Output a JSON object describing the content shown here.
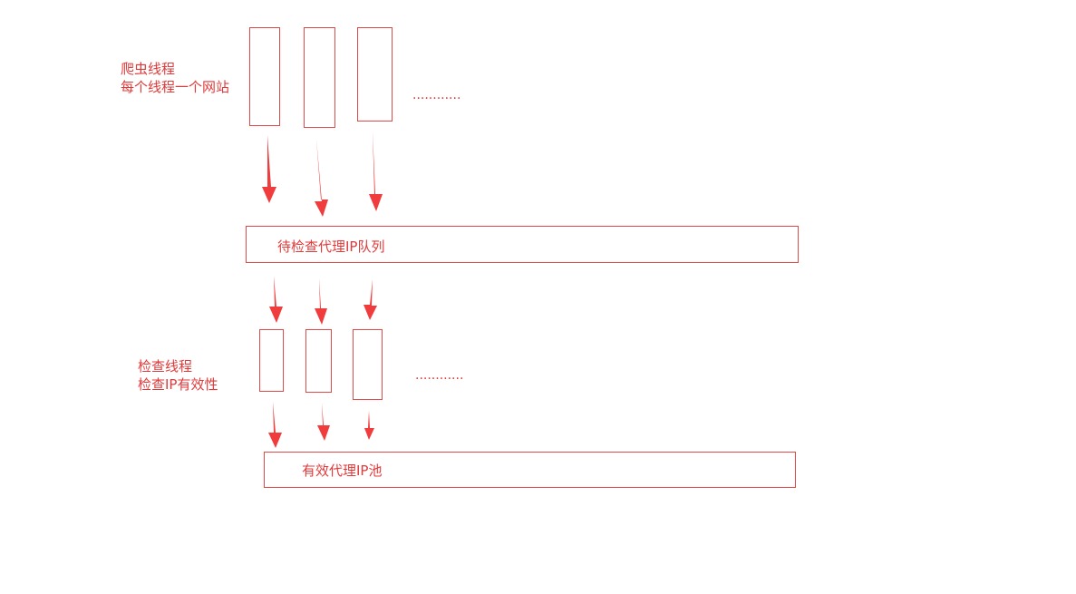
{
  "crawler_section": {
    "line1": "爬虫线程",
    "line2": "每个线程一个网站",
    "ellipsis": "............"
  },
  "pending_queue": {
    "label": "待检查代理IP队列"
  },
  "checker_section": {
    "line1": "检查线程",
    "line2": "检查IP有效性",
    "ellipsis": "............"
  },
  "valid_pool": {
    "label": "有效代理IP池"
  },
  "colors": {
    "stroke": "#e04a4a",
    "text": "#e03a3a",
    "arrow": "#f03c3c"
  }
}
